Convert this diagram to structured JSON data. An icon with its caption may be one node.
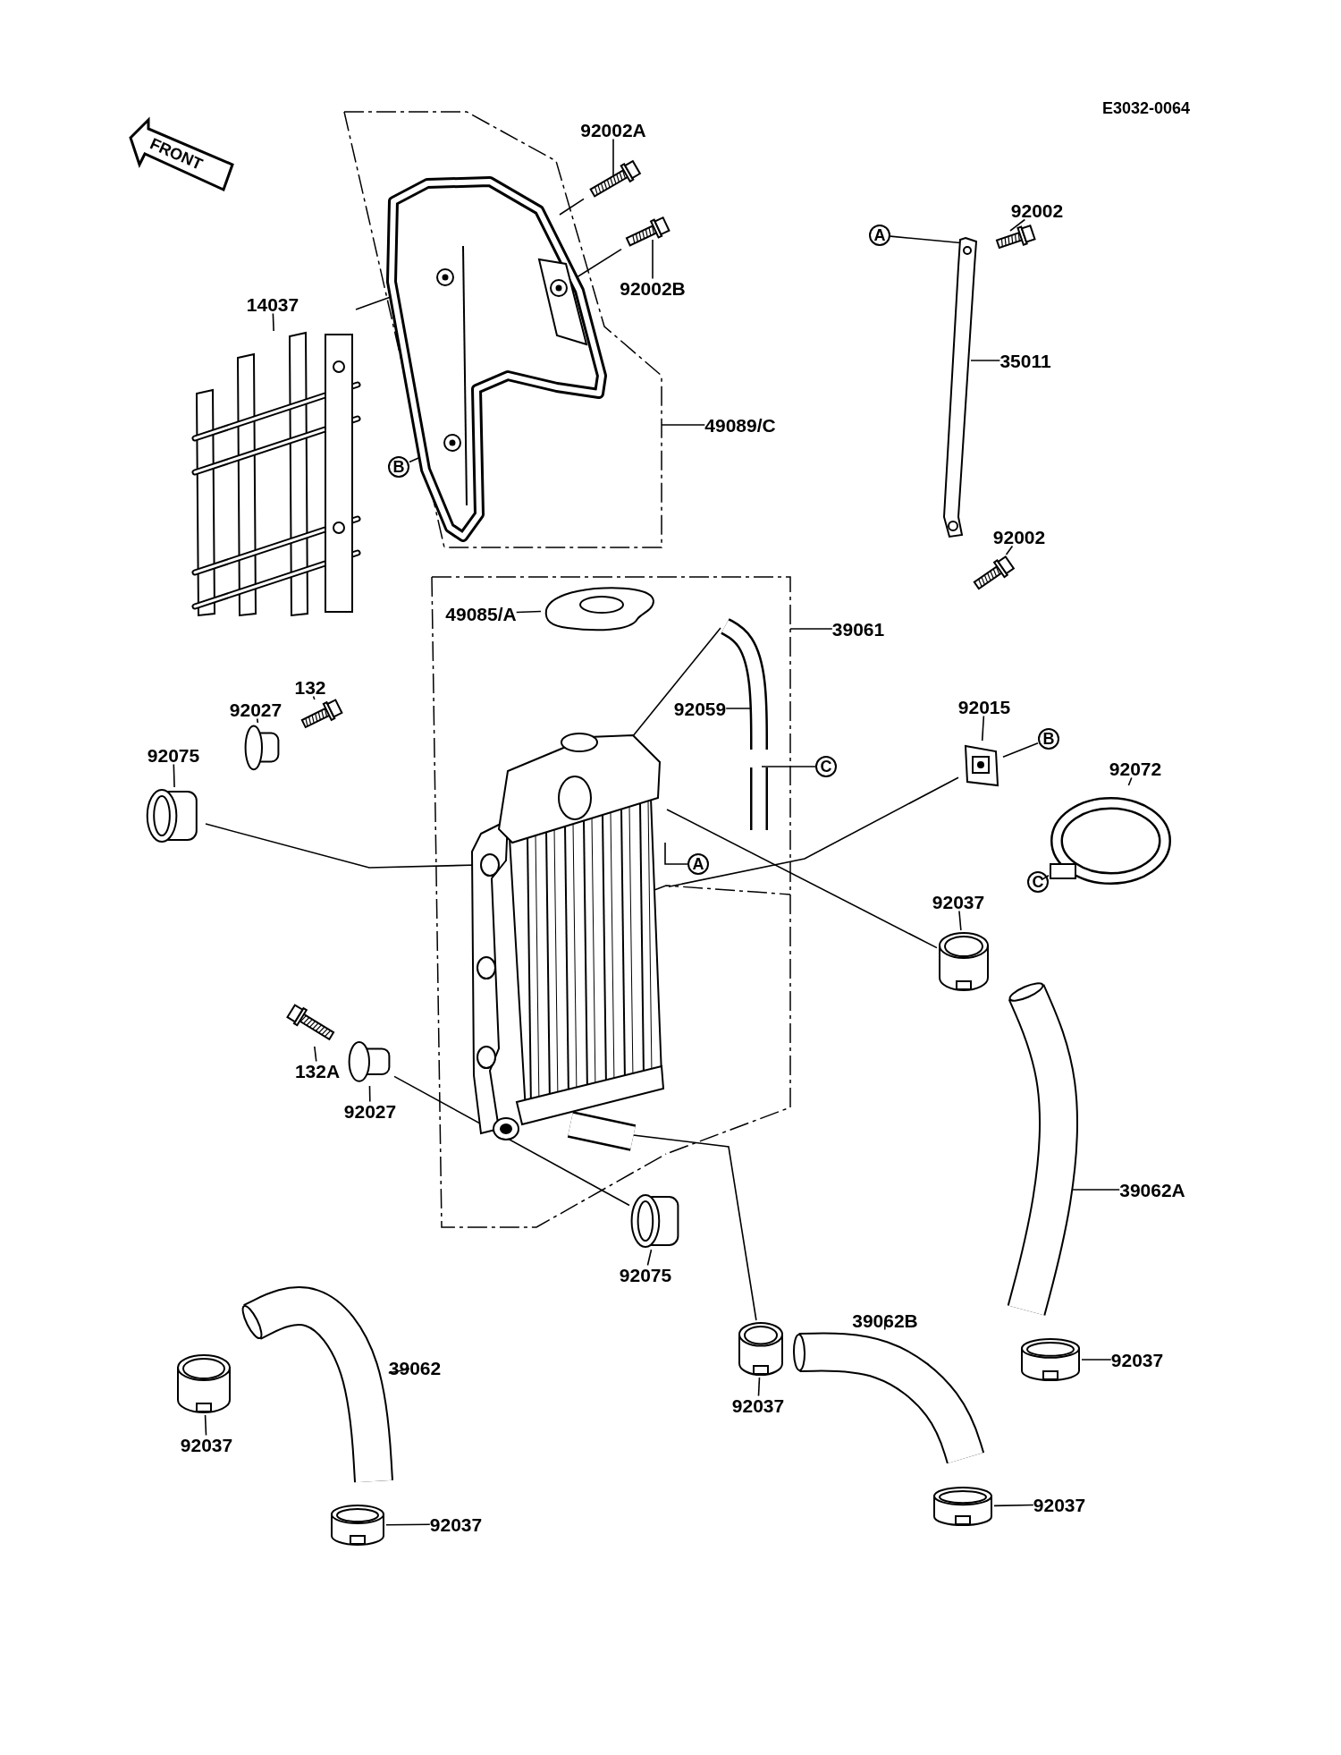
{
  "diagram": {
    "nodes": [
      {
        "text": [
          "FRONT"
        ]
      },
      {
        "text": [
          "92002A"
        ]
      },
      {
        "text": [
          "14037"
        ]
      },
      {
        "text": [
          "92002B"
        ]
      },
      {
        "text": [
          "49089/C"
        ]
      },
      {
        "text": [
          "B"
        ]
      },
      {
        "text": [
          "A"
        ]
      },
      {
        "text": [
          "92002"
        ]
      },
      {
        "text": [
          "35011"
        ]
      },
      {
        "text": [
          "92002"
        ]
      },
      {
        "text": [
          "49085/A"
        ]
      },
      {
        "text": [
          "39061"
        ]
      },
      {
        "text": [
          "92059"
        ]
      },
      {
        "text": [
          "C"
        ]
      },
      {
        "text": [
          "132"
        ]
      },
      {
        "text": [
          "92027"
        ]
      },
      {
        "text": [
          "92075"
        ]
      },
      {
        "text": [
          "92015"
        ]
      },
      {
        "text": [
          "B"
        ]
      },
      {
        "text": [
          "92072"
        ]
      },
      {
        "text": [
          "C"
        ]
      },
      {
        "text": [
          "A"
        ]
      },
      {
        "text": [
          "92037"
        ]
      },
      {
        "text": [
          "132A"
        ]
      },
      {
        "text": [
          "92027"
        ]
      },
      {
        "text": [
          "39062A"
        ]
      },
      {
        "text": [
          "92075"
        ]
      },
      {
        "text": [
          "39062B"
        ]
      },
      {
        "text": [
          "92037"
        ]
      },
      {
        "text": [
          "39062"
        ]
      },
      {
        "text": [
          "92037"
        ]
      },
      {
        "text": [
          "92037"
        ]
      },
      {
        "text": [
          "92037"
        ]
      },
      {
        "text": [
          "92037"
        ]
      },
      {
        "text": [],
        "shape": "bolt"
      },
      {
        "text": [],
        "shape": "shroud"
      },
      {
        "text": [],
        "shape": "grille"
      },
      {
        "text": [],
        "shape": "bolt"
      },
      {
        "text": [],
        "shape": "stay"
      },
      {
        "text": [],
        "shape": "bolt"
      },
      {
        "text": [],
        "shape": "bolt"
      },
      {
        "text": [],
        "shape": "cap"
      },
      {
        "text": [],
        "shape": "hose"
      },
      {
        "text": [],
        "shape": "radiator"
      },
      {
        "text": [],
        "shape": "bolt"
      },
      {
        "text": [],
        "shape": "collar"
      },
      {
        "text": [],
        "shape": "grommet"
      },
      {
        "text": [],
        "shape": "clip"
      },
      {
        "text": [],
        "shape": "band"
      },
      {
        "text": [],
        "shape": "clamp"
      },
      {
        "text": [],
        "shape": "bolt"
      },
      {
        "text": [],
        "shape": "collar"
      },
      {
        "text": [],
        "shape": "hose"
      },
      {
        "text": [],
        "shape": "grommet"
      },
      {
        "text": [],
        "shape": "hose"
      },
      {
        "text": [],
        "shape": "clamp"
      },
      {
        "text": [],
        "shape": "hose"
      },
      {
        "text": [],
        "shape": "clamp"
      },
      {
        "text": [],
        "shape": "clamp"
      },
      {
        "text": [],
        "shape": "clamp"
      },
      {
        "text": [],
        "shape": "clamp"
      }
    ],
    "edges": [
      {
        "from": 1,
        "to": 34,
        "arrow": "none"
      },
      {
        "from": 2,
        "to": 36,
        "arrow": "none"
      },
      {
        "from": 3,
        "to": 37,
        "arrow": "none"
      },
      {
        "from": 4,
        "to": null,
        "arrow": "none"
      },
      {
        "from": 5,
        "to": 35,
        "arrow": "none"
      },
      {
        "from": 6,
        "to": 38,
        "arrow": "none"
      },
      {
        "from": 7,
        "to": 39,
        "arrow": "none"
      },
      {
        "from": 8,
        "to": 38,
        "arrow": "none"
      },
      {
        "from": 9,
        "to": 40,
        "arrow": "none"
      },
      {
        "from": 10,
        "to": 41,
        "arrow": "none"
      },
      {
        "from": 11,
        "to": null,
        "arrow": "none"
      },
      {
        "from": 12,
        "to": 42,
        "arrow": "none"
      },
      {
        "from": 13,
        "to": 42,
        "arrow": "none"
      },
      {
        "from": 14,
        "to": 44,
        "arrow": "none"
      },
      {
        "from": 15,
        "to": 45,
        "arrow": "none"
      },
      {
        "from": 16,
        "to": 46,
        "arrow": "none"
      },
      {
        "from": 17,
        "to": 47,
        "arrow": "none"
      },
      {
        "from": 18,
        "to": 47,
        "arrow": "none"
      },
      {
        "from": 19,
        "to": 48,
        "arrow": "none"
      },
      {
        "from": 20,
        "to": 48,
        "arrow": "none"
      },
      {
        "from": 21,
        "to": 43,
        "arrow": "none"
      },
      {
        "from": 22,
        "to": 49,
        "arrow": "none"
      },
      {
        "from": 23,
        "to": 50,
        "arrow": "none"
      },
      {
        "from": 24,
        "to": 51,
        "arrow": "none"
      },
      {
        "from": 25,
        "to": 52,
        "arrow": "none"
      },
      {
        "from": 26,
        "to": 53,
        "arrow": "none"
      },
      {
        "from": 27,
        "to": 54,
        "arrow": "none"
      },
      {
        "from": 28,
        "to": 55,
        "arrow": "none"
      },
      {
        "from": 29,
        "to": 56,
        "arrow": "none"
      },
      {
        "from": 30,
        "to": 57,
        "arrow": "none"
      },
      {
        "from": 31,
        "to": 58,
        "arrow": "none"
      },
      {
        "from": 32,
        "to": 59,
        "arrow": "none"
      },
      {
        "from": 33,
        "to": 60,
        "arrow": "none"
      },
      {
        "from": 34,
        "to": 35,
        "arrow": "none"
      },
      {
        "from": 37,
        "to": 35,
        "arrow": "none"
      },
      {
        "from": 35,
        "to": 36,
        "arrow": "none"
      },
      {
        "from": 46,
        "to": 43,
        "arrow": "none"
      },
      {
        "from": 47,
        "to": 43,
        "arrow": "none"
      },
      {
        "from": 43,
        "to": 49,
        "arrow": "none"
      },
      {
        "from": 42,
        "to": 43,
        "arrow": "none"
      },
      {
        "from": 51,
        "to": 53,
        "arrow": "none"
      },
      {
        "from": 43,
        "to": 57,
        "arrow": "none"
      }
    ],
    "labels": [
      "E3032-0064"
    ]
  }
}
